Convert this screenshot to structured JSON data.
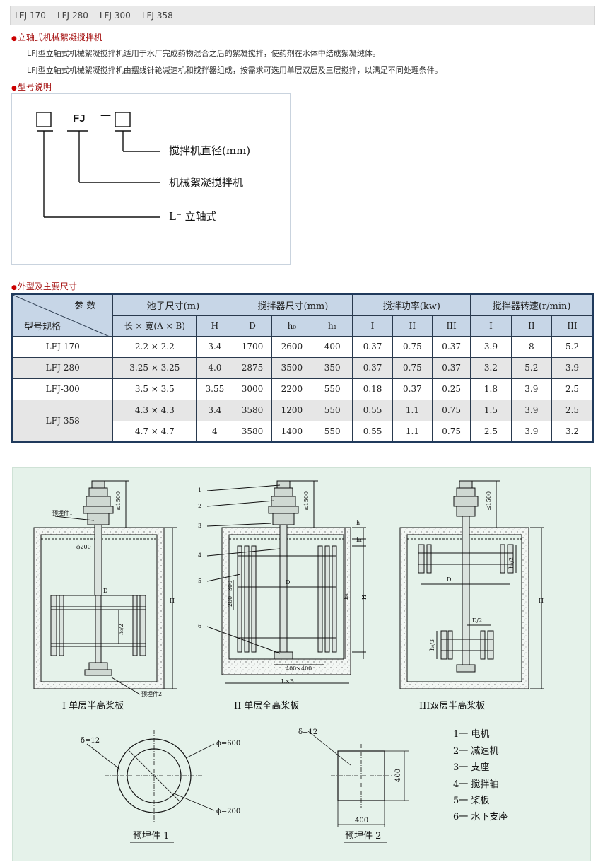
{
  "tabs": [
    "LFJ-170",
    "LFJ-280",
    "LFJ-300",
    "LFJ-358"
  ],
  "intro": {
    "title": "立轴式机械絮凝搅拌机",
    "para1": "LFJ型立轴式机械絮凝搅拌机适用于水厂完成药物混合之后的絮凝搅拌，使药剂在水体中结成絮凝绒体。",
    "para2": "LFJ型立轴式机械絮凝搅拌机由摆线针轮减速机和搅拌器组成，按需求可选用单层双层及三层搅拌，以满足不同处理条件。"
  },
  "model": {
    "title": "型号说明",
    "code": "FJ",
    "dash": "一",
    "label_diameter": "搅拌机直径(mm)",
    "label_type": "机械絮凝搅拌机",
    "label_axis": "L⁻ 立轴式"
  },
  "table": {
    "title": "外型及主要尺寸",
    "corner_top": "参  数",
    "corner_bottom": "型号规格",
    "groups": [
      "池子尺寸(m)",
      "搅拌器尺寸(mm)",
      "搅拌功率(kw)",
      "搅拌器转速(r/min)"
    ],
    "subheaders": [
      "长 × 宽(A × B)",
      "H",
      "D",
      "h₀",
      "h₁",
      "I",
      "II",
      "III",
      "I",
      "II",
      "III"
    ],
    "rows": [
      {
        "model": "LFJ-170",
        "cells": [
          "2.2 × 2.2",
          "3.4",
          "1700",
          "2600",
          "400",
          "0.37",
          "0.75",
          "0.37",
          "3.9",
          "8",
          "5.2"
        ]
      },
      {
        "model": "LFJ-280",
        "cells": [
          "3.25 × 3.25",
          "4.0",
          "2875",
          "3500",
          "350",
          "0.37",
          "0.75",
          "0.37",
          "3.2",
          "5.2",
          "3.9"
        ]
      },
      {
        "model": "LFJ-300",
        "cells": [
          "3.5 × 3.5",
          "3.55",
          "3000",
          "2200",
          "550",
          "0.18",
          "0.37",
          "0.25",
          "1.8",
          "3.9",
          "2.5"
        ]
      },
      {
        "model": "LFJ-358",
        "cells": [
          "4.3 × 4.3",
          "3.4",
          "3580",
          "1200",
          "550",
          "0.55",
          "1.1",
          "0.75",
          "1.5",
          "3.9",
          "2.5"
        ]
      },
      {
        "model": "",
        "cells": [
          "4.7 × 4.7",
          "4",
          "3580",
          "1400",
          "550",
          "0.55",
          "1.1",
          "0.75",
          "2.5",
          "3.9",
          "3.2"
        ]
      }
    ]
  },
  "drawing": {
    "captions": [
      "I 单层半高桨板",
      "II 单层全高桨板",
      "III双层半高桨板"
    ],
    "embed1_caption": "预埋件 1",
    "embed2_caption": "预埋件 2",
    "legend": [
      "1一 电机",
      "2一 减速机",
      "3一 支座",
      "4一 搅拌轴",
      "5一 桨板",
      "6一 水下支座"
    ],
    "dims": {
      "d1500": "≤1500",
      "embed1": "预埋件1",
      "embed2": "预埋件2",
      "phi200": "ϕ200",
      "D": "D",
      "H": "H",
      "h0_2": "h₀/2",
      "h0": "h₀",
      "h": "h",
      "h1": "h₁",
      "r200_300": "200~300",
      "size400": "400×400",
      "LxB": "L×B",
      "D_2": "D/2",
      "h0_3": "h₀/3",
      "delta12": "δ=12",
      "phi600": "ϕ=600",
      "phi200b": "ϕ=200",
      "n400": "400",
      "nums": [
        "1",
        "2",
        "3",
        "4",
        "5",
        "6"
      ]
    }
  }
}
